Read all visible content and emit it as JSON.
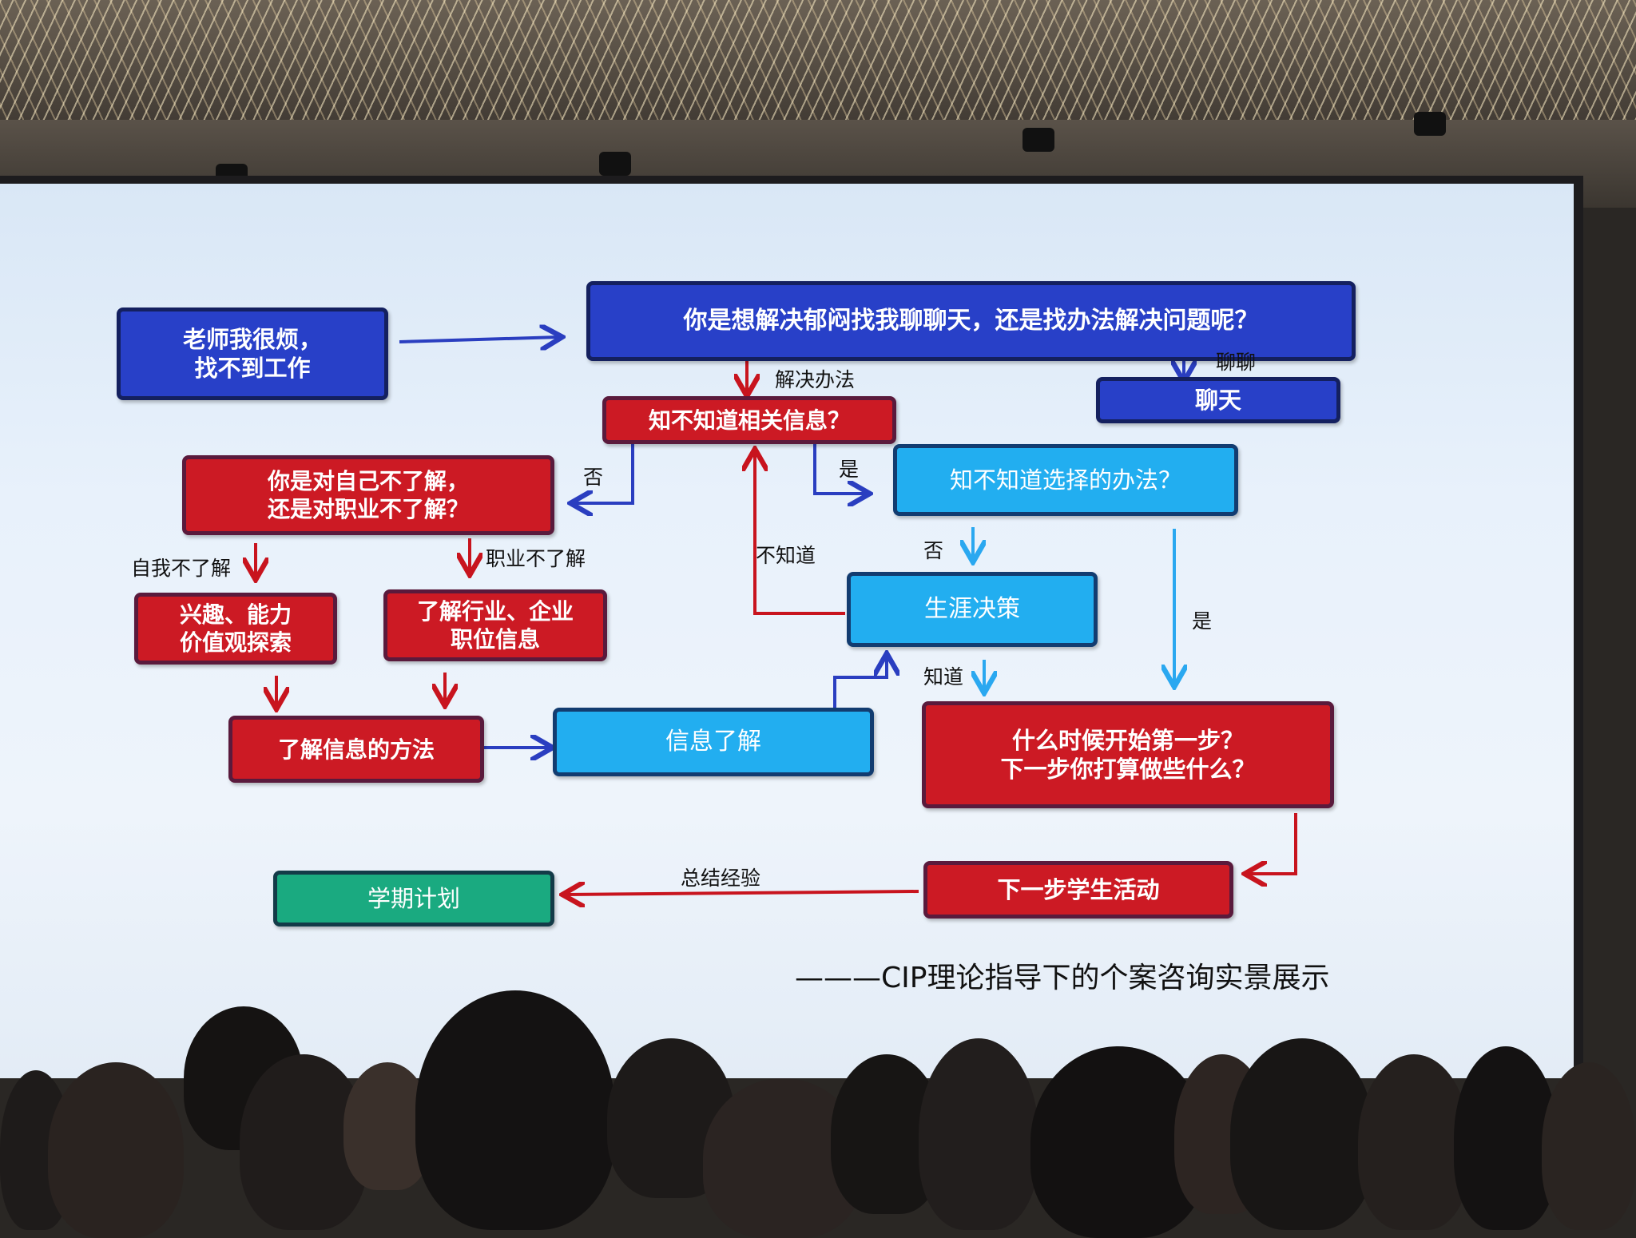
{
  "colors": {
    "blue": "#2840c8",
    "red": "#cc1a24",
    "cyan": "#22aef0",
    "green": "#1aaa80",
    "blue_arrow": "#2a3ec0",
    "red_arrow": "#c8141e",
    "cyan_arrow": "#2aa8f0"
  },
  "nodes": {
    "start": [
      "老师我很烦，",
      "找不到工作"
    ],
    "question_main": "你是想解决郁闷找我聊聊天，还是找办法解决问题呢？",
    "chat": "聊天",
    "know_info": "知不知道相关信息？",
    "self_or_job": [
      "你是对自己不了解，",
      "还是对职业不了解？"
    ],
    "know_choice": "知不知道选择的办法？",
    "interest": [
      "兴趣、能力",
      "价值观探索"
    ],
    "industry": [
      "了解行业、企业",
      "职位信息"
    ],
    "career_decision": "生涯决策",
    "info_method": "了解信息的方法",
    "info_understand": "信息了解",
    "when_start": [
      "什么时候开始第一步？",
      "下一步你打算做些什么？"
    ],
    "next_activity": "下一步学生活动",
    "term_plan": "学期计划"
  },
  "labels": {
    "solve": "解决办法",
    "chat_label": "聊聊",
    "no_left": "否",
    "yes_right": "是",
    "self_unknown": "自我不了解",
    "job_unknown": "职业不了解",
    "dont_know": "不知道",
    "no_down": "否",
    "yes_down": "是",
    "know": "知道",
    "summarize": "总结经验"
  },
  "caption": "———CIP理论指导下的个案咨询实景展示"
}
